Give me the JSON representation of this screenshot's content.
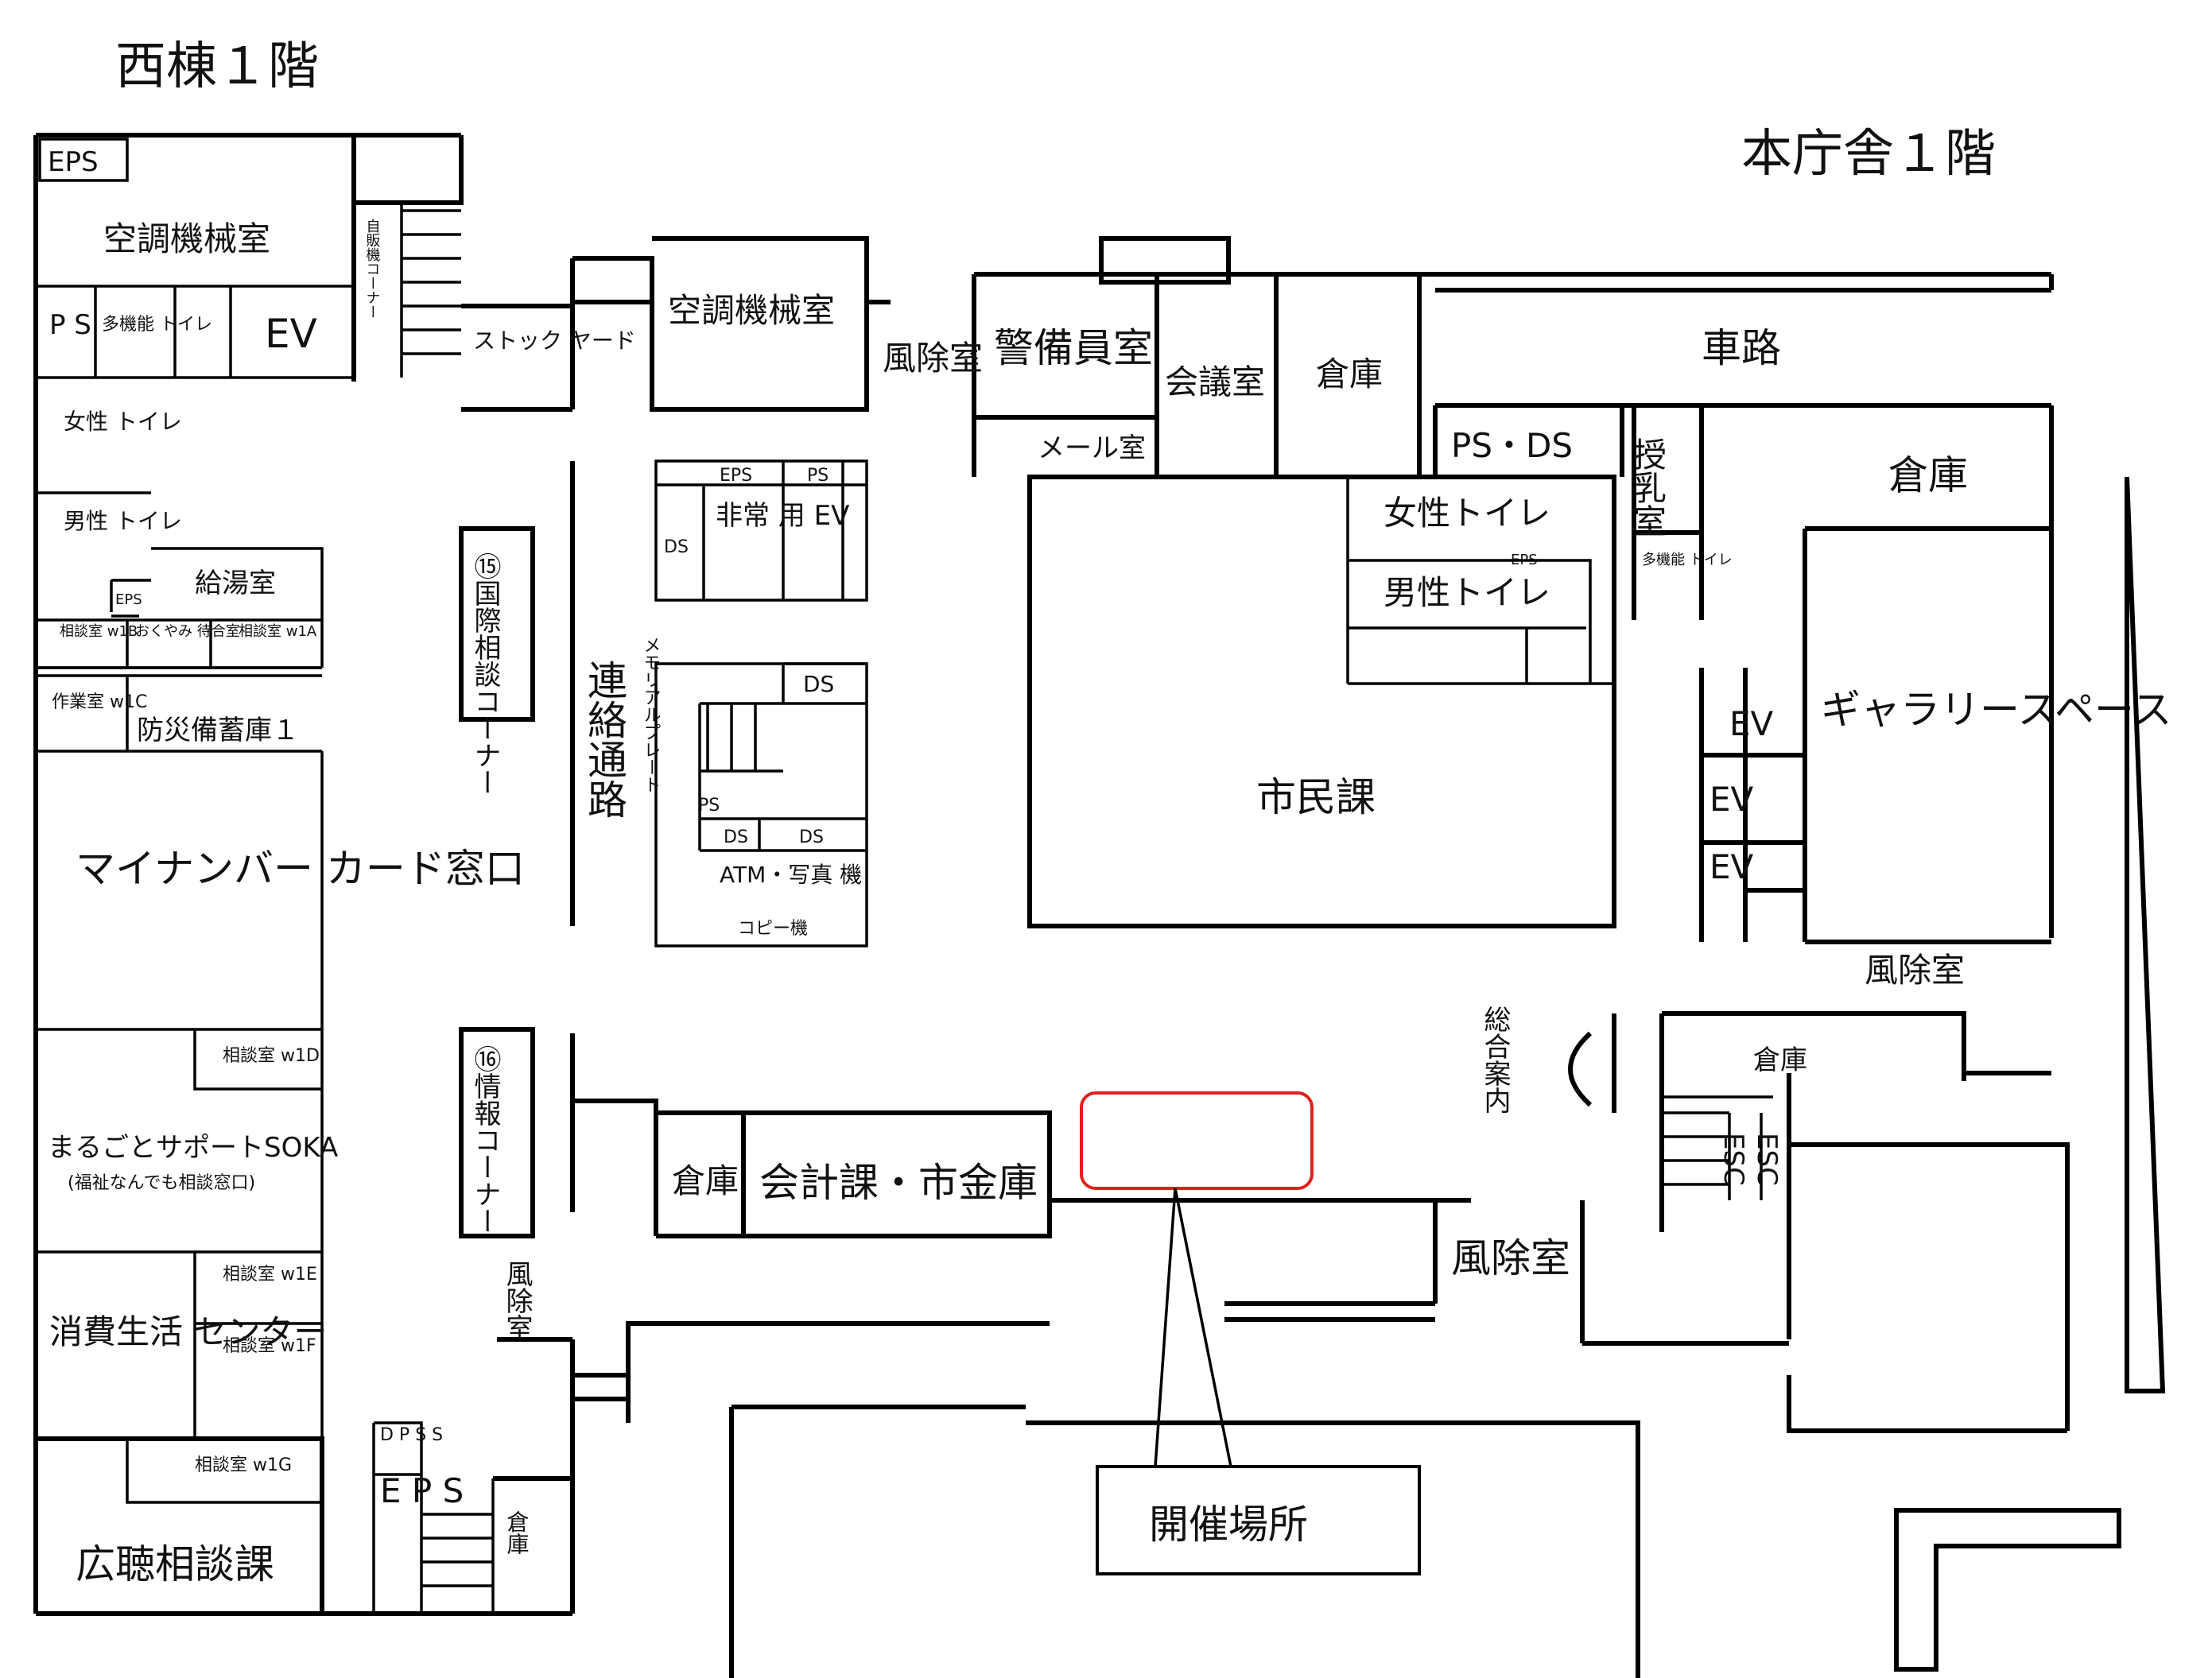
{
  "headings": {
    "west_building": "西棟１階",
    "main_building": "本庁舎１階"
  },
  "west": {
    "eps": "EPS",
    "hvac": "空調機械室",
    "ps": "P S",
    "multi_toilet": "多機能 トイレ",
    "ev": "EV",
    "vending": "自販機コーナー",
    "women": "女性 トイレ",
    "men": "男性 トイレ",
    "kitchen": "給湯室",
    "eps_small": "EPS",
    "consult_w1b": "相談室 w1B",
    "condolence": "おくやみ 待合室",
    "consult_w1a": "相談室 w1A",
    "work_w1c": "作業室 w1C",
    "disaster_storage": "防災備蓄庫１",
    "mynumber": "マイナンバー カード窓口",
    "consult_w1d": "相談室 w1D",
    "marugoto": "まるごとサポートSOKA",
    "marugoto_sub": "(福祉なんでも相談窓口)",
    "consult_w1e": "相談室 w1E",
    "consult_w1f": "相談室 w1F",
    "consumer": "消費生活 センター",
    "consult_w1g": "相談室 w1G",
    "koucho": "広聴相談課",
    "dps": "D P S S",
    "eps_tall": "E P S",
    "storage": "倉庫"
  },
  "middle": {
    "stock_yard": "ストック ヤード",
    "hvac": "空調機械室",
    "intl_corner": "⑮国際相談コーナー",
    "eps": "EPS",
    "ps": "PS",
    "ds": "DS",
    "emergency_ev": "非常 用 EV",
    "corridor": "連絡通路",
    "memorial": "メモリアルプレート",
    "atm": "ATM・写真 機",
    "copier": "コピー機",
    "info_corner": "⑯情報コーナー",
    "windbreak": "風除室",
    "storage": "倉庫",
    "accounting": "会計課・市金庫"
  },
  "main": {
    "windbreak": "風除室",
    "guard": "警備員室",
    "mail": "メール室",
    "meeting": "会議室",
    "storage": "倉庫",
    "road": "車路",
    "ps_ds": "PS・DS",
    "nursing": "授乳室",
    "women": "女性トイレ",
    "men": "男性トイレ",
    "multi_toilet": "多機能 トイレ",
    "eps": "EPS",
    "shimin": "市民課",
    "gallery": "ギャラリースペース",
    "ev": "EV",
    "reception": "総合案内",
    "esc": "ESC"
  },
  "venue": {
    "label": "開催場所",
    "highlight_color": "#e0201b"
  }
}
